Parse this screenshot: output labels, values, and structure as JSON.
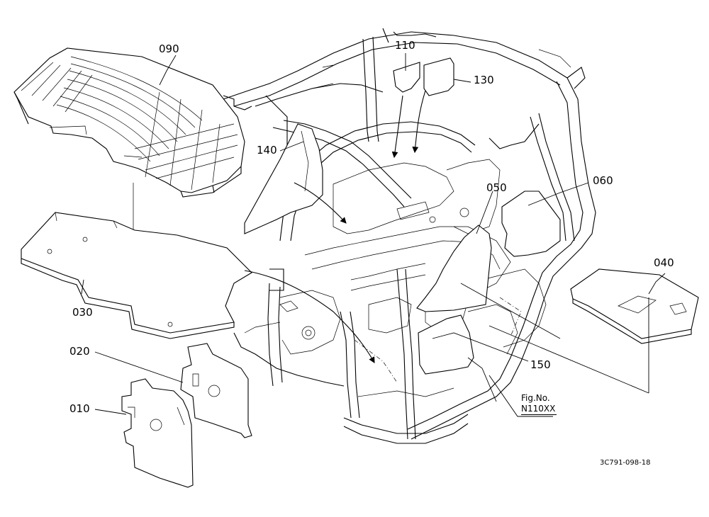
{
  "parts": [
    {
      "id": "p090",
      "label": "090"
    },
    {
      "id": "p110",
      "label": "110"
    },
    {
      "id": "p130",
      "label": "130"
    },
    {
      "id": "p140",
      "label": "140"
    },
    {
      "id": "p050",
      "label": "050"
    },
    {
      "id": "p060",
      "label": "060"
    },
    {
      "id": "p040",
      "label": "040"
    },
    {
      "id": "p030",
      "label": "030"
    },
    {
      "id": "p020",
      "label": "020"
    },
    {
      "id": "p010",
      "label": "010"
    },
    {
      "id": "p150",
      "label": "150"
    }
  ],
  "figure": {
    "caption": "Fig.No.",
    "number": "N110XX"
  },
  "drawing_code": "3C791-098-18"
}
